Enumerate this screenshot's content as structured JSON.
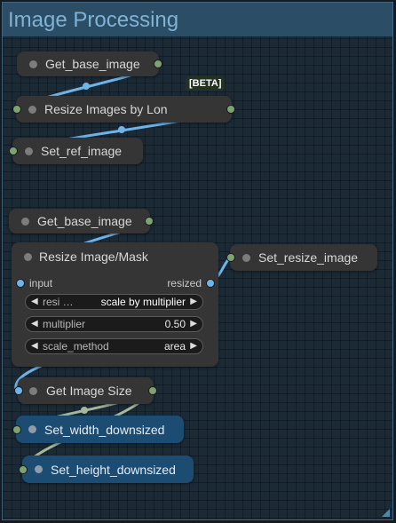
{
  "group": {
    "title": "Image Processing"
  },
  "badge": "[BETA]",
  "nodes": {
    "get_base_image_1": "Get_base_image",
    "resize_by_long": "Resize Images by Lon",
    "set_ref_image": "Set_ref_image",
    "get_base_image_2": "Get_base_image",
    "resize_image_mask": {
      "title": "Resize Image/Mask",
      "input_label": "input",
      "output_label": "resized",
      "widgets": [
        {
          "name": "resi …",
          "value": "scale by multiplier"
        },
        {
          "name": "multiplier",
          "value": "0.50"
        },
        {
          "name": "scale_method",
          "value": "area"
        }
      ]
    },
    "set_resize_image": "Set_resize_image",
    "get_image_size": "Get Image Size",
    "set_width_downsized": "Set_width_downsized",
    "set_height_downsized": "Set_height_downsized"
  },
  "colors": {
    "canvas": "#151a20",
    "group_header": "#2c4d66",
    "group_title": "#7fb2d4",
    "node": "#353535",
    "node_blue": "#1d4c73",
    "link_image": "#6fb4e8",
    "link_int": "#a7b79f"
  }
}
